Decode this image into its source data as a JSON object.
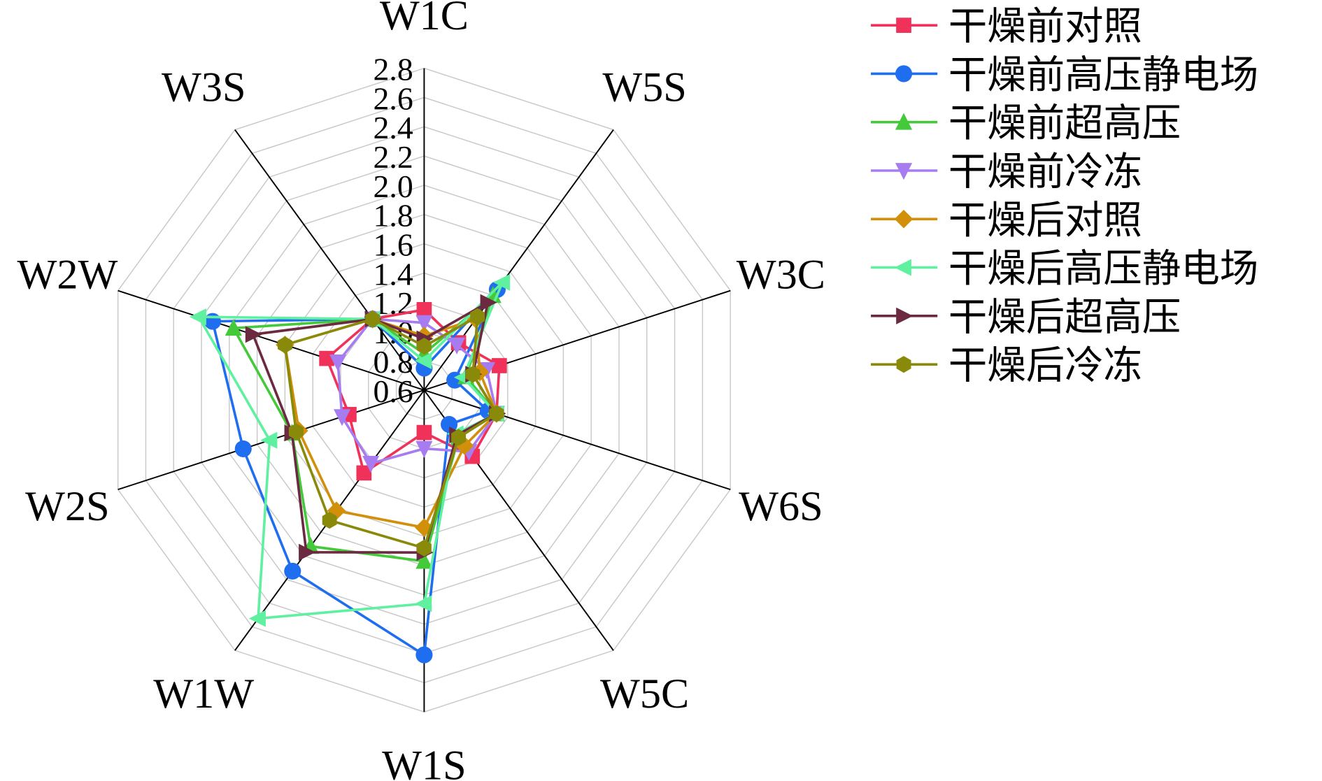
{
  "chart_data": {
    "type": "radar",
    "title": "",
    "axes": [
      "W1C",
      "W5S",
      "W3C",
      "W6S",
      "W5C",
      "W1S",
      "W1W",
      "W2S",
      "W2W",
      "W3S"
    ],
    "rlim": [
      0.6,
      2.8
    ],
    "ticks": [
      "0.6",
      "0.8",
      "1.0",
      "1.2",
      "1.4",
      "1.6",
      "1.8",
      "2.0",
      "2.2",
      "2.4",
      "2.6",
      "2.8"
    ],
    "grid": true,
    "legend_position": "right",
    "series": [
      {
        "name": "干燥前对照",
        "color": "#f0325a",
        "marker": "square",
        "values": [
          1.15,
          1.0,
          1.14,
          1.12,
          1.16,
          0.89,
          1.3,
          1.14,
          1.3,
          1.2
        ]
      },
      {
        "name": "干燥前高压静电场",
        "color": "#1f6ef0",
        "marker": "circle",
        "values": [
          0.75,
          1.45,
          0.82,
          1.06,
          0.89,
          2.41,
          2.13,
          1.9,
          2.12,
          1.2
        ]
      },
      {
        "name": "干燥前超高压",
        "color": "#44c93a",
        "marker": "triangle-up",
        "values": [
          0.85,
          1.4,
          0.9,
          1.12,
          1.0,
          1.77,
          1.92,
          1.55,
          1.97,
          1.2
        ]
      },
      {
        "name": "干燥前冷冻",
        "color": "#a67cf0",
        "marker": "triangle-down",
        "values": [
          1.06,
          0.98,
          1.05,
          1.12,
          1.12,
          1.0,
          1.22,
          1.19,
          1.22,
          1.2
        ]
      },
      {
        "name": "干燥后对照",
        "color": "#d28f0a",
        "marker": "diamond",
        "values": [
          0.97,
          1.2,
          1.0,
          1.12,
          1.07,
          1.54,
          1.62,
          1.5,
          1.6,
          1.2
        ]
      },
      {
        "name": "干燥后高压静电场",
        "color": "#5ff0a0",
        "marker": "triangle-left",
        "values": [
          0.8,
          1.51,
          0.88,
          1.12,
          0.97,
          2.06,
          2.53,
          1.71,
          2.22,
          1.2
        ]
      },
      {
        "name": "干燥后超高压",
        "color": "#6b2a40",
        "marker": "triangle-right",
        "values": [
          0.95,
          1.34,
          0.95,
          1.12,
          0.98,
          1.71,
          1.97,
          1.55,
          1.83,
          1.2
        ]
      },
      {
        "name": "干燥后冷冻",
        "color": "#8a8a0a",
        "marker": "hexagon",
        "values": [
          0.9,
          1.22,
          0.95,
          1.12,
          1.0,
          1.68,
          1.7,
          1.52,
          1.6,
          1.2
        ]
      }
    ]
  }
}
